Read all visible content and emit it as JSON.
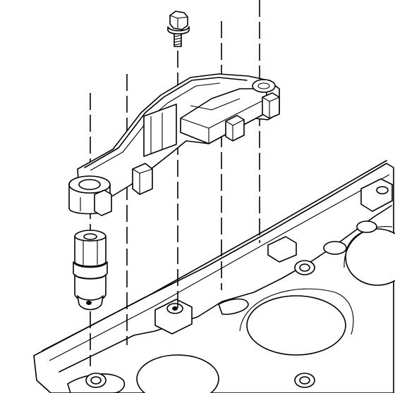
{
  "figure": {
    "parts": [
      "bolt",
      "harness-bracket",
      "harness-clips",
      "spark-plug-boot-socket",
      "cylinder-head"
    ],
    "colors": {
      "ink": "#000000",
      "paper": "#ffffff"
    }
  }
}
